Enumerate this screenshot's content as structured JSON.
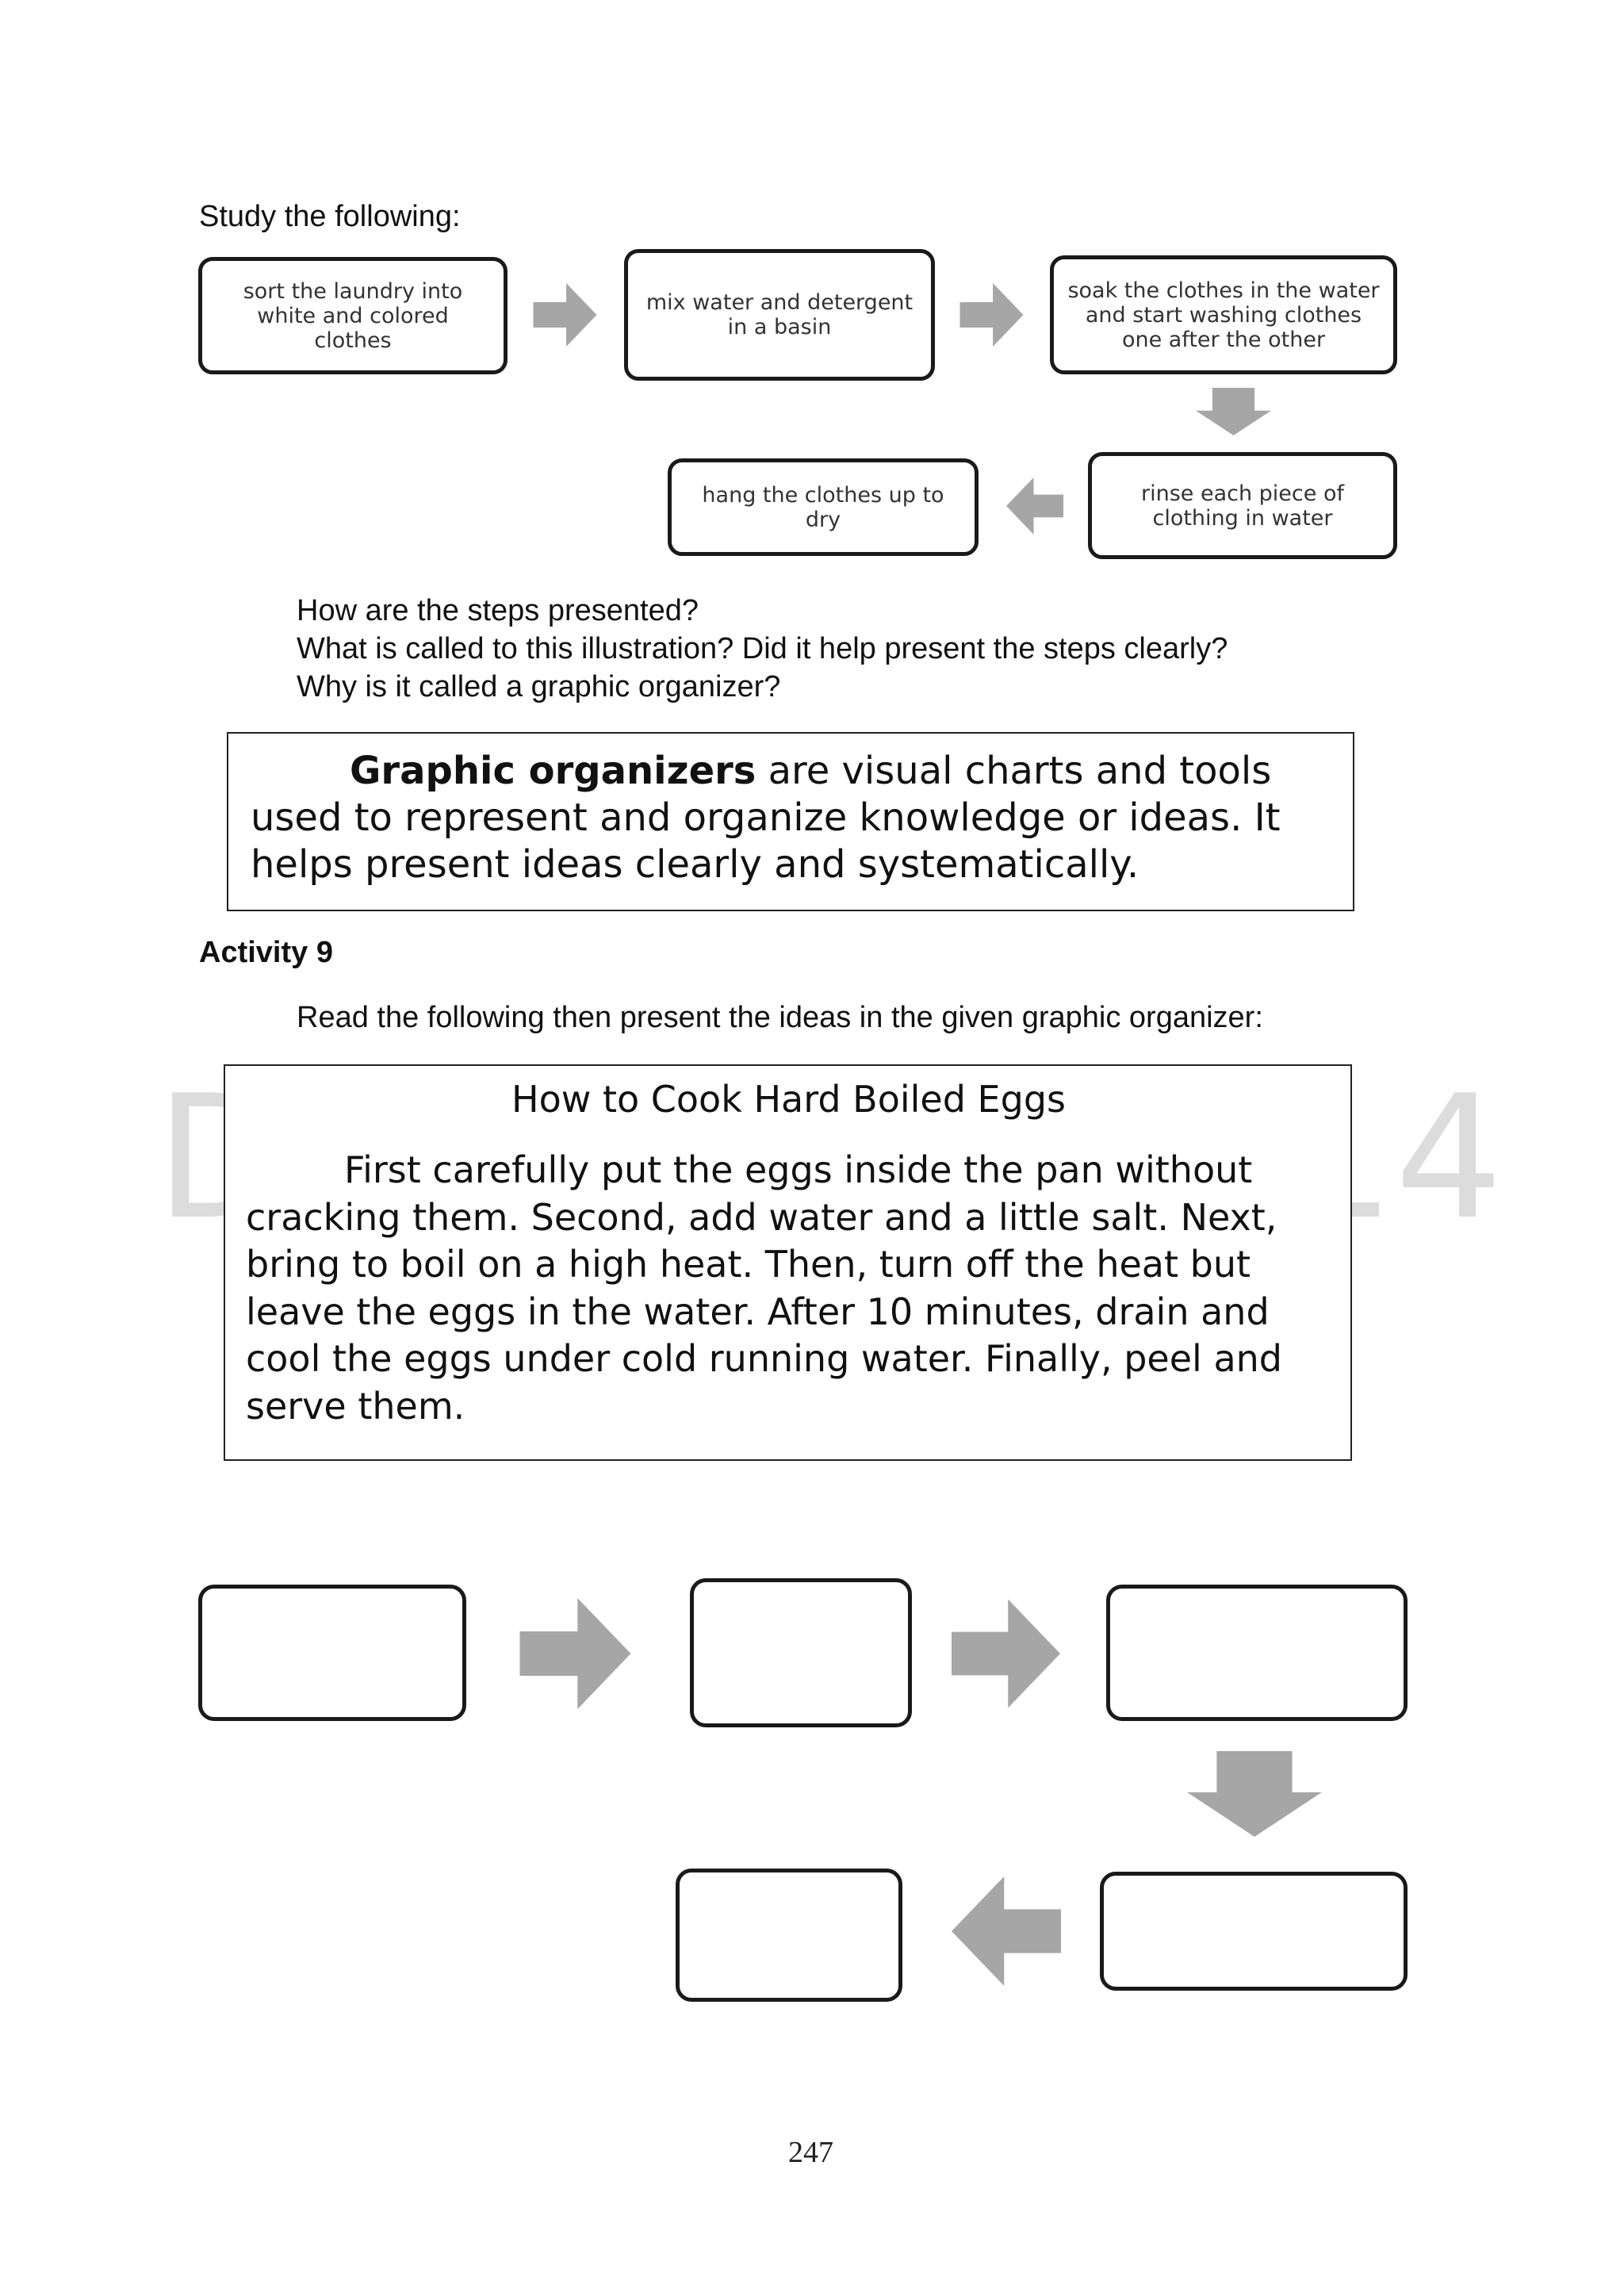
{
  "intro_label": "Study the following:",
  "flowchart_example": {
    "steps": [
      "sort the laundry into white and colored clothes",
      "mix water and detergent in a basin",
      "soak the clothes in the water and start washing clothes one after the other",
      "rinse each piece of clothing in water",
      "hang the clothes up to dry"
    ]
  },
  "questions": [
    "How are the steps presented?",
    "What is called to this illustration? Did it help present the steps clearly?",
    "Why is it called a graphic organizer?"
  ],
  "definition": {
    "term": "Graphic organizers",
    "text": " are visual charts and tools used to represent and organize knowledge or ideas. It helps present ideas clearly and systematically."
  },
  "activity": {
    "title": "Activity 9",
    "instruction": "Read the following then present the ideas in the given graphic organizer:"
  },
  "reading": {
    "title": "How to Cook Hard Boiled Eggs",
    "body": "First carefully put the eggs inside the pan without cracking them. Second, add water and a little salt. Next, bring to boil on a high heat. Then, turn off the heat but leave the eggs in the water. After 10 minutes, drain and cool the eggs under cold running water. Finally, peel and serve them."
  },
  "watermark": {
    "left": "D",
    "right": "14"
  },
  "page_number": "247",
  "colors": {
    "arrow": "#a6a6a6",
    "box_border": "#1a1a1a",
    "watermark": "#dcdcdc"
  }
}
